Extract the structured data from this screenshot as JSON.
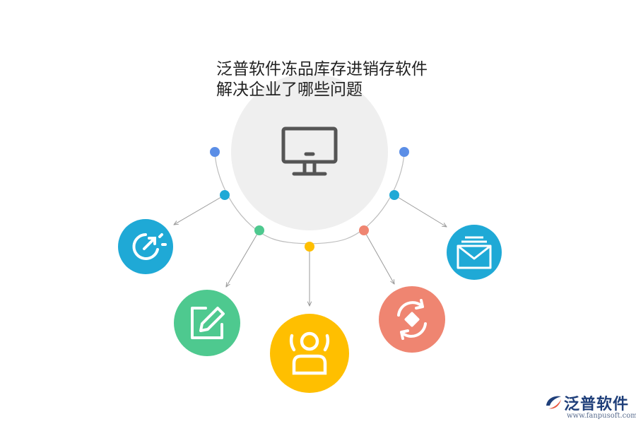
{
  "title": "泛普软件冻品库存进销存软件解决企业了哪些问题",
  "logo": {
    "name": "泛普软件",
    "url": "www.fanpusoft.com"
  },
  "colors": {
    "center_circle": "#efefef",
    "monitor": "#555555",
    "blue_dot": "#5b8ee6",
    "teal": "#1fa9d6",
    "green": "#4ec98f",
    "yellow": "#ffbf00",
    "salmon": "#ef8571",
    "arc": "#bdbdbd"
  },
  "nodes": [
    {
      "icon": "speed-icon",
      "color": "#1fa9d6"
    },
    {
      "icon": "edit-icon",
      "color": "#4ec98f"
    },
    {
      "icon": "user-icon",
      "color": "#ffbf00"
    },
    {
      "icon": "refresh-icon",
      "color": "#ef8571"
    },
    {
      "icon": "mail-icon",
      "color": "#1fa9d6"
    }
  ]
}
